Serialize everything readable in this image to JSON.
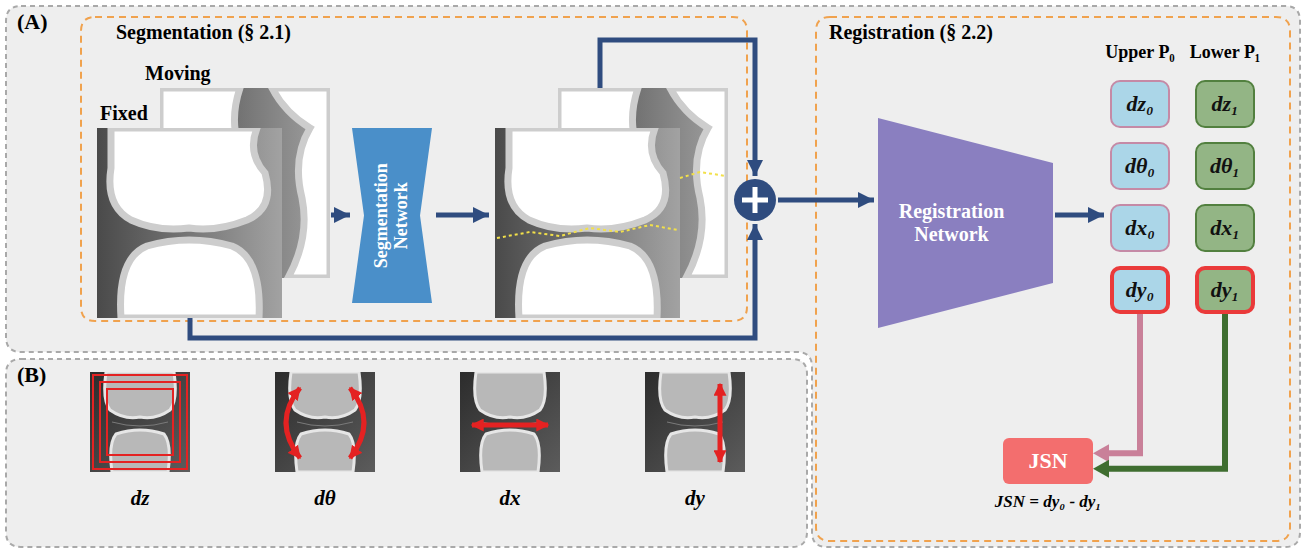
{
  "diagram": {
    "nodes": [
      {
        "text": [
          "(A)"
        ]
      },
      {
        "text": [
          "Segmentation (§ 2.1)"
        ],
        "in": 0
      },
      {
        "text": [
          "Segmentation Network"
        ],
        "in": 1
      },
      {
        "text": [
          "Registration (§ 2.2)"
        ],
        "in": 0
      },
      {
        "text": [
          "Registration Network"
        ],
        "in": 3
      },
      {
        "text": [
          "dz₀"
        ],
        "in": 3
      },
      {
        "text": [
          "dθ₀"
        ],
        "in": 3
      },
      {
        "text": [
          "dx₀"
        ],
        "in": 3
      },
      {
        "text": [
          "dy₀"
        ],
        "in": 3
      },
      {
        "text": [
          "dz₁"
        ],
        "in": 3
      },
      {
        "text": [
          "dθ₁"
        ],
        "in": 3
      },
      {
        "text": [
          "dx₁"
        ],
        "in": 3
      },
      {
        "text": [
          "dy₁"
        ],
        "in": 3
      },
      {
        "text": [
          "JSN"
        ],
        "in": 3
      },
      {
        "text": [
          "(B)"
        ]
      }
    ],
    "edges": [
      {
        "from": 8,
        "to": 13,
        "arrow": "to"
      },
      {
        "from": 12,
        "to": 13,
        "arrow": "to"
      }
    ],
    "labels": [
      "Moving",
      "Fixed",
      "Upper P₀",
      "Lower P₁",
      "JSN = dy₀ - dy₁",
      "dz",
      "dθ",
      "dx",
      "dy"
    ]
  }
}
